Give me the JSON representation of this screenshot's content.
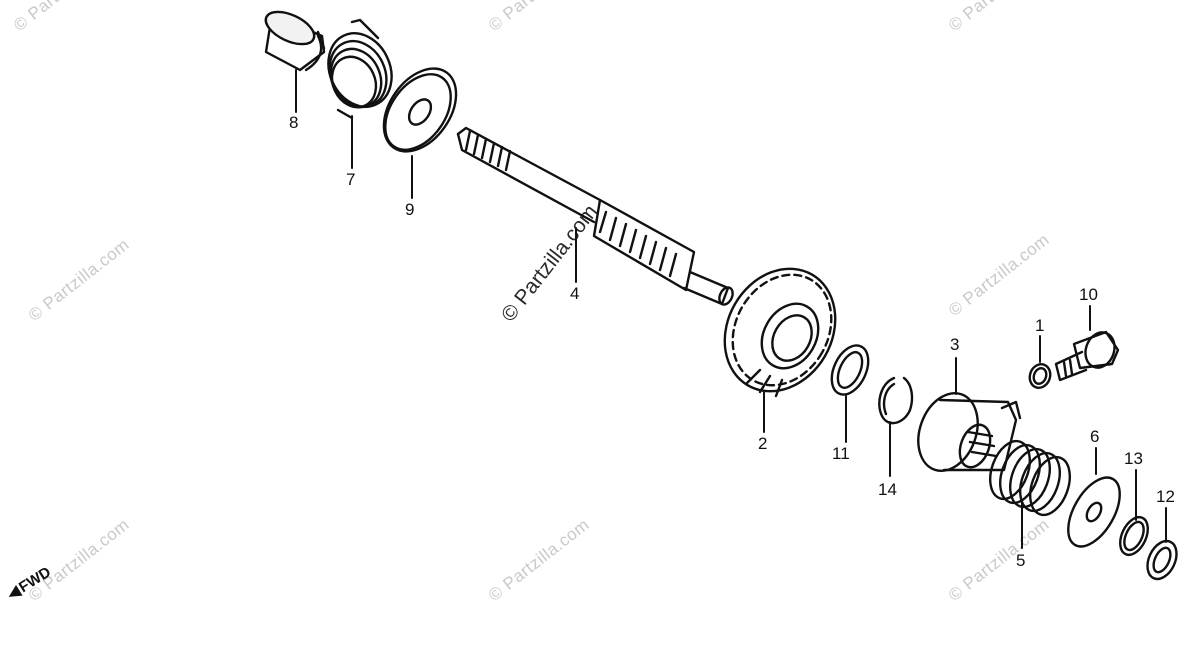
{
  "watermark": "© Partzilla.com",
  "center_watermark": "© Partzilla.com",
  "direction_label": "FWD",
  "callouts": [
    "8",
    "7",
    "9",
    "4",
    "2",
    "11",
    "14",
    "3",
    "1",
    "10",
    "6",
    "13",
    "12",
    "5"
  ]
}
